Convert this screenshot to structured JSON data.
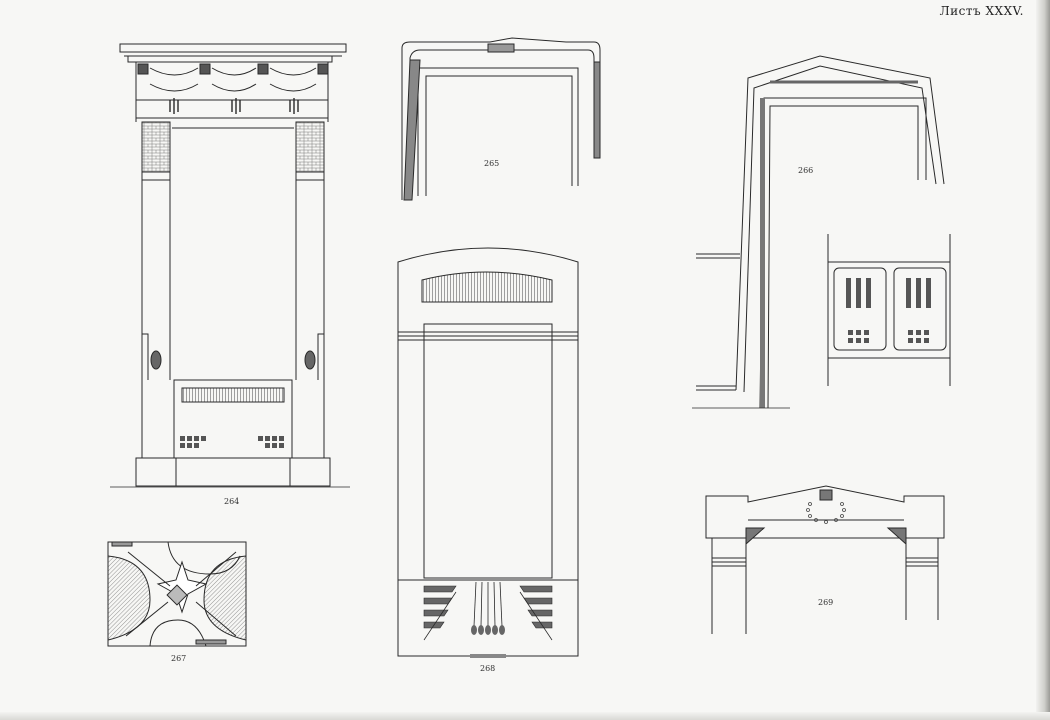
{
  "plate": {
    "label": "Листъ XXXV."
  },
  "figures": [
    {
      "id": "fig-264",
      "number": "264"
    },
    {
      "id": "fig-265",
      "number": "265"
    },
    {
      "id": "fig-266",
      "number": "266"
    },
    {
      "id": "fig-267",
      "number": "267"
    },
    {
      "id": "fig-268",
      "number": "268"
    },
    {
      "id": "fig-269",
      "number": "269"
    }
  ],
  "colors": {
    "paper": "#f7f7f5",
    "ink": "#2a2a2a",
    "hatch": "#7a7a7a"
  }
}
